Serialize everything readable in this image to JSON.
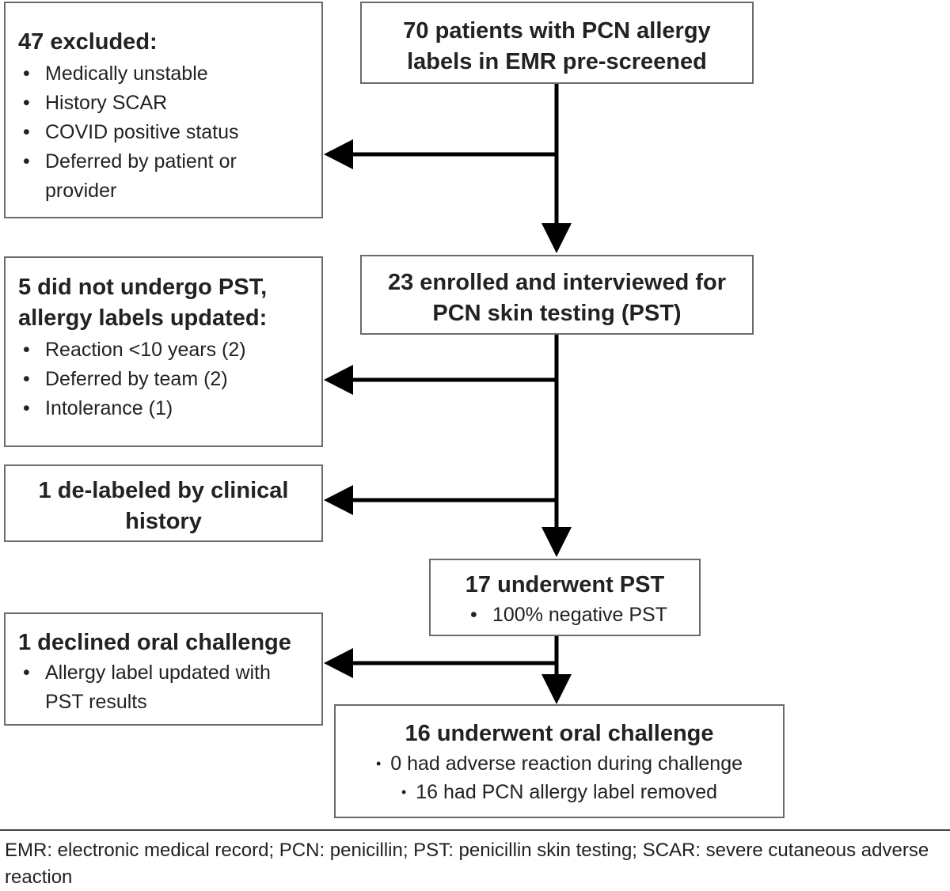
{
  "boxes": {
    "prescreen": {
      "title": "70 patients with PCN allergy labels in EMR pre-screened"
    },
    "excluded": {
      "title": "47 excluded:",
      "items": [
        "Medically unstable",
        "History SCAR",
        "COVID positive status",
        "Deferred by patient or provider"
      ]
    },
    "enrolled": {
      "title": "23 enrolled and interviewed for PCN skin testing (PST)"
    },
    "no_pst": {
      "title": "5 did not undergo PST, allergy labels updated:",
      "items": [
        "Reaction <10 years (2)",
        "Deferred by team (2)",
        "Intolerance (1)"
      ]
    },
    "delabeled": {
      "title": "1 de-labeled by clinical history"
    },
    "underwent_pst": {
      "title": "17 underwent PST",
      "items": [
        "100% negative PST"
      ]
    },
    "declined": {
      "title": "1 declined oral challenge",
      "items": [
        "Allergy label updated with PST results"
      ]
    },
    "oral": {
      "title": "16 underwent oral challenge",
      "items": [
        "0 had adverse reaction during challenge",
        "16 had PCN allergy label removed"
      ]
    }
  },
  "footnote": "EMR: electronic medical record; PCN: penicillin; PST: penicillin skin testing; SCAR: severe cutaneous adverse reaction"
}
